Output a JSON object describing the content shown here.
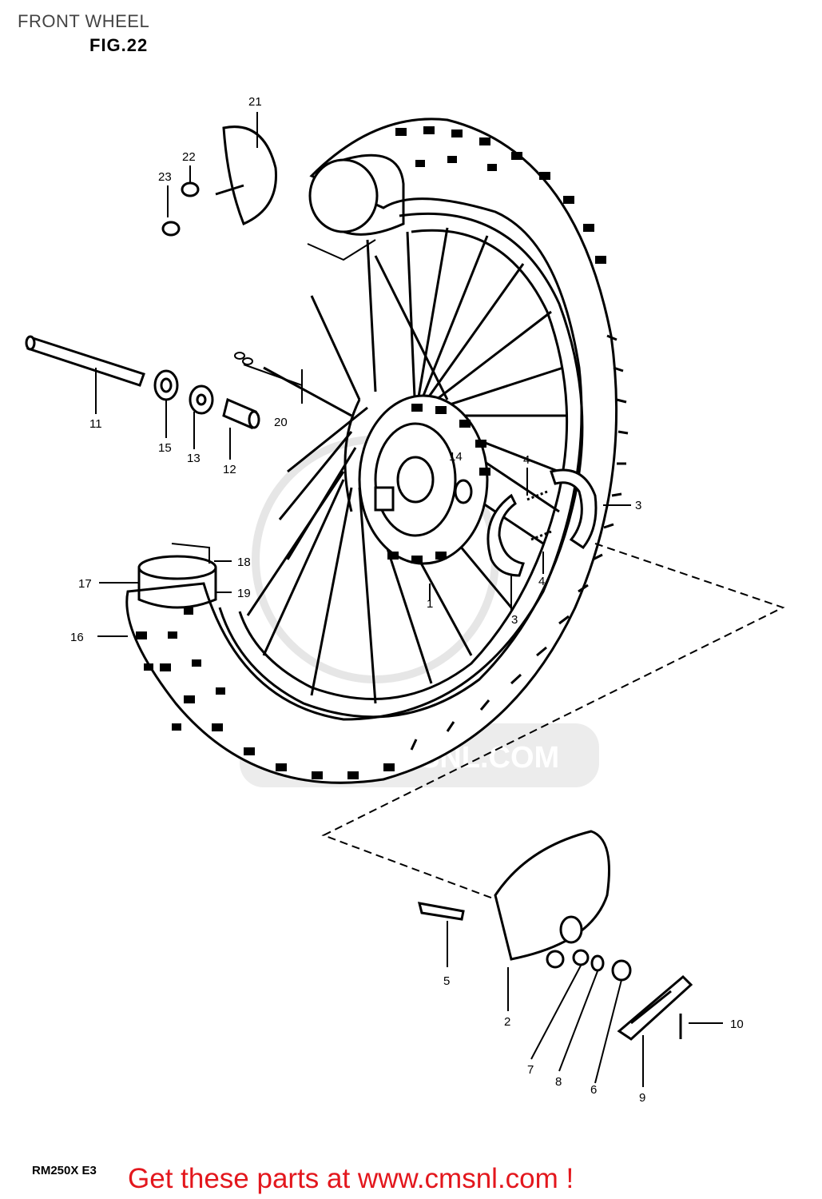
{
  "header": {
    "title": "FRONT WHEEL",
    "figure": "FIG.22"
  },
  "callouts": [
    "1",
    "2",
    "3",
    "3",
    "4",
    "4",
    "5",
    "6",
    "7",
    "8",
    "9",
    "10",
    "11",
    "12",
    "13",
    "14",
    "15",
    "16",
    "17",
    "18",
    "19",
    "20",
    "21",
    "22",
    "23"
  ],
  "watermark": "WWW.CMSNL.COM",
  "footer": {
    "model_code": "RM250X  E3",
    "promo_text": "Get these parts at www.cmsnl.com !",
    "promo_color": "#e3171d"
  }
}
